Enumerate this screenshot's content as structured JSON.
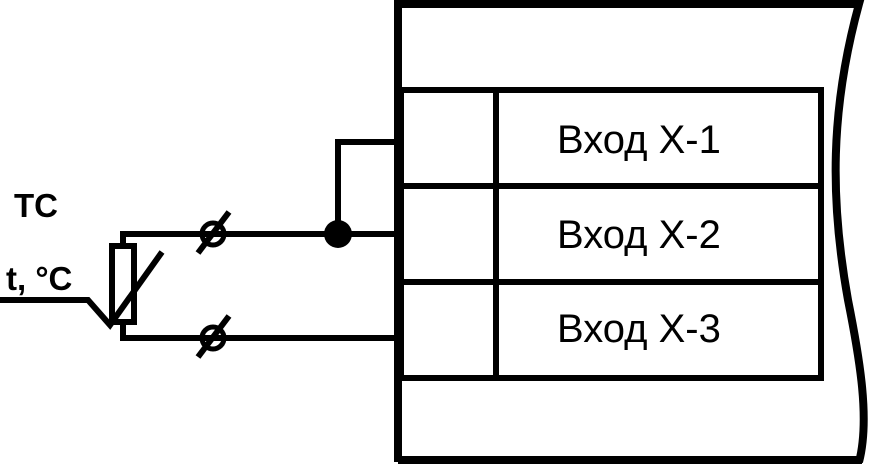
{
  "sensor": {
    "type_label": "ТС",
    "measure_label": "t, °C"
  },
  "terminals": [
    {
      "label": "Вход Х-1"
    },
    {
      "label": "Вход Х-2"
    },
    {
      "label": "Вход Х-3"
    }
  ],
  "colors": {
    "ink": "#000000",
    "background": "#ffffff"
  }
}
